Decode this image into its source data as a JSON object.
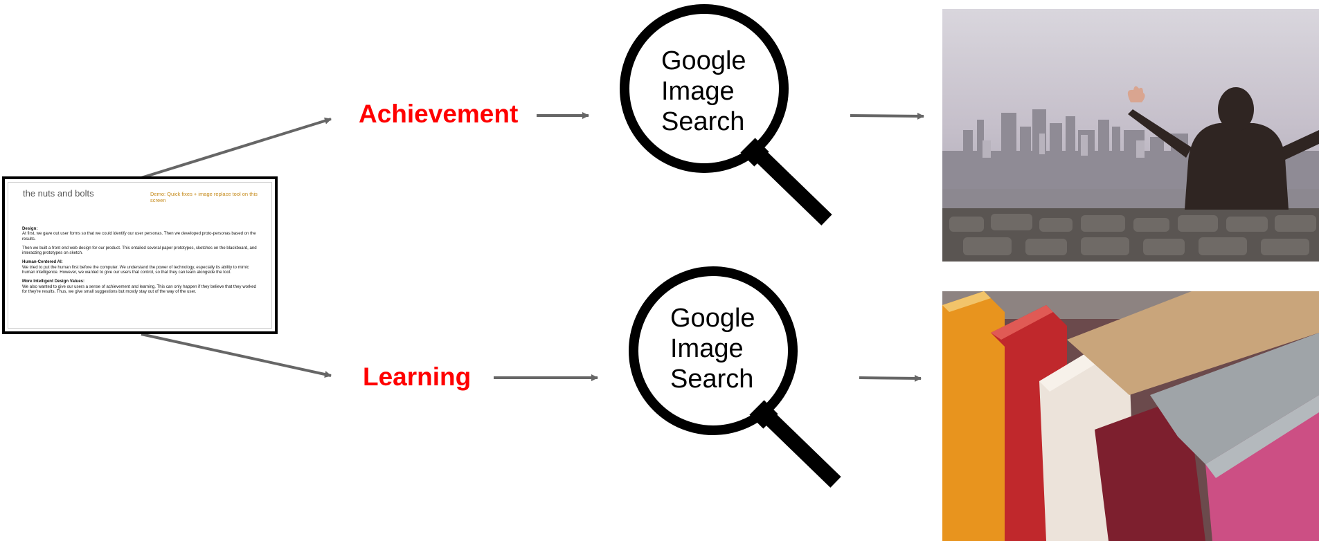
{
  "slide": {
    "title": "the nuts and bolts",
    "note": "Demo: Quick fixes + image replace tool on this screen",
    "sections": [
      {
        "heading": "Design:",
        "text": "At first, we gave out user forms so that we could identify our user personas. Then we developed proto-personas based on the results."
      },
      {
        "heading": "",
        "text": "Then we built a front end web design for our product. This entailed several paper prototypes, sketches on the blackboard, and interacting prototypes on sketch."
      },
      {
        "heading": "Human-Centered AI:",
        "text": "We tried to put the human first before the computer. We understand the power of technology, especially its ability to mimic human intelligence. However, we wanted to give our users that control, so that they can learn alongside the tool."
      },
      {
        "heading": "More Intelligent Design Values:",
        "text": "We also wanted to give our users a sense of achievement and learning. This can only happen if they believe that they worked for they're results. Thus, we give small suggestions but mostly stay out of the way of the user."
      }
    ]
  },
  "concepts": {
    "top": "Achievement",
    "bottom": "Learning"
  },
  "search": {
    "top": {
      "line1": "Google",
      "line2": "Image",
      "line3": "Search"
    },
    "bottom": {
      "line1": "Google",
      "line2": "Image",
      "line3": "Search"
    }
  },
  "images": {
    "top": "person-city-overlook-photo",
    "bottom": "books-closeup-photo"
  },
  "colors": {
    "concept": "#ff0000",
    "arrow": "#666666",
    "note": "#c58a1a"
  }
}
